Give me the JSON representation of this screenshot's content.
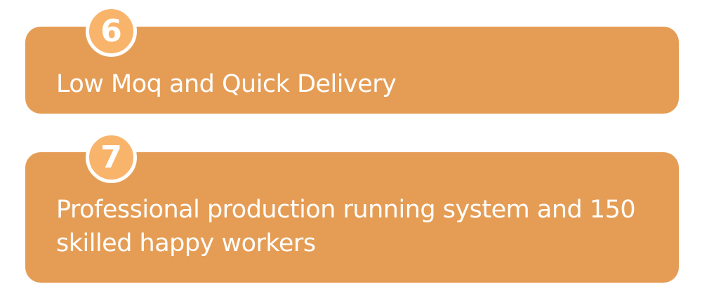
{
  "features": [
    {
      "number": "6",
      "text": "Low Moq and Quick Delivery"
    },
    {
      "number": "7",
      "text": "Professional production running system and 150 skilled happy workers"
    }
  ],
  "colors": {
    "card_background": "#e59d55",
    "badge_background": "#f9b46c",
    "text": "#ffffff"
  }
}
